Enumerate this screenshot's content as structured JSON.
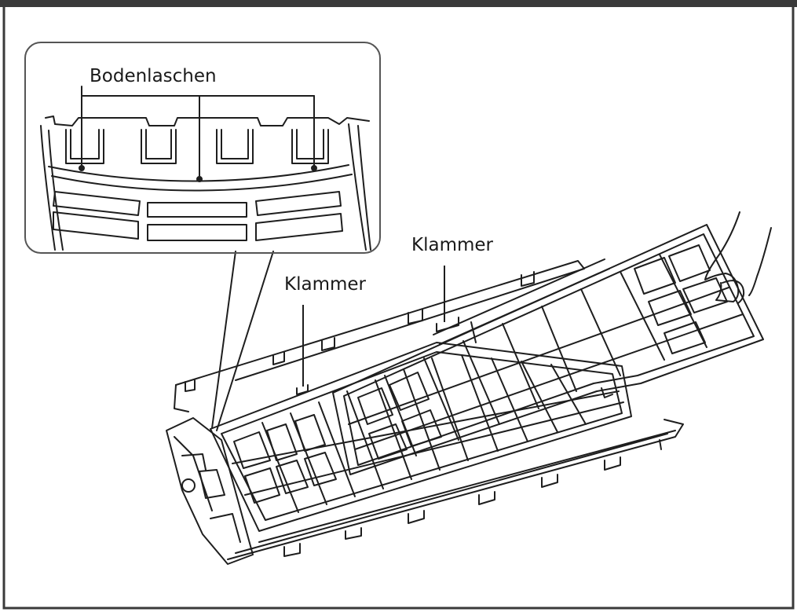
{
  "labels": {
    "bottom_tabs": "Bodenlaschen",
    "clip_upper": "Klammer",
    "clip_lower": "Klammer"
  },
  "colors": {
    "frame_header": "#3a3a3a",
    "line": "#1e1e1e",
    "callout_border": "#555555"
  }
}
